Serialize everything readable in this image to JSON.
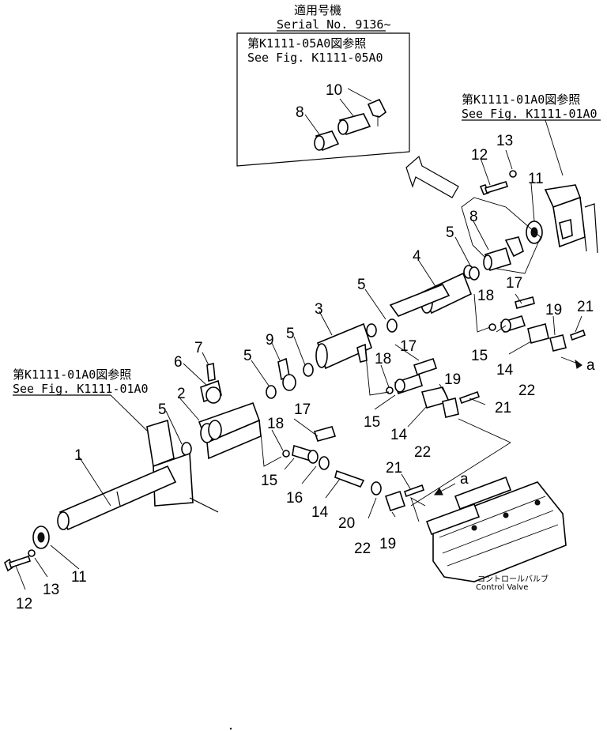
{
  "serial_note": {
    "title": "適用号機",
    "serial": "Serial No. 9136~"
  },
  "inset": {
    "ref_jp": "第K1111-05A0図参照",
    "ref_en": "See Fig. K1111-05A0",
    "labels": {
      "l8": "8",
      "l10": "10"
    }
  },
  "ref_right": {
    "jp": "第K1111-01A0図参照",
    "en": "See Fig. K1111-01A0"
  },
  "ref_left": {
    "jp": "第K1111-01A0図参照",
    "en": "See Fig. K1111-01A0"
  },
  "control_valve": {
    "jp": "コントロールバルブ",
    "en": "Control Valve"
  },
  "arrow_labels": {
    "a1": "a",
    "a2": "a"
  },
  "part_labels": {
    "p1": "1",
    "p2": "2",
    "p3": "3",
    "p4": "4",
    "p5a": "5",
    "p5b": "5",
    "p5c": "5",
    "p5d": "5",
    "p5e": "5",
    "p6": "6",
    "p7": "7",
    "p8": "8",
    "p9": "9",
    "p11a": "11",
    "p11b": "11",
    "p12a": "12",
    "p12b": "12",
    "p13a": "13",
    "p13b": "13",
    "p14a": "14",
    "p14b": "14",
    "p14c": "14",
    "p15a": "15",
    "p15b": "15",
    "p15c": "15",
    "p16": "16",
    "p17a": "17",
    "p17b": "17",
    "p17c": "17",
    "p18a": "18",
    "p18b": "18",
    "p18c": "18",
    "p19a": "19",
    "p19b": "19",
    "p19c": "19",
    "p20": "20",
    "p21a": "21",
    "p21b": "21",
    "p21c": "21",
    "p22a": "22",
    "p22b": "22",
    "p22c": "22"
  }
}
